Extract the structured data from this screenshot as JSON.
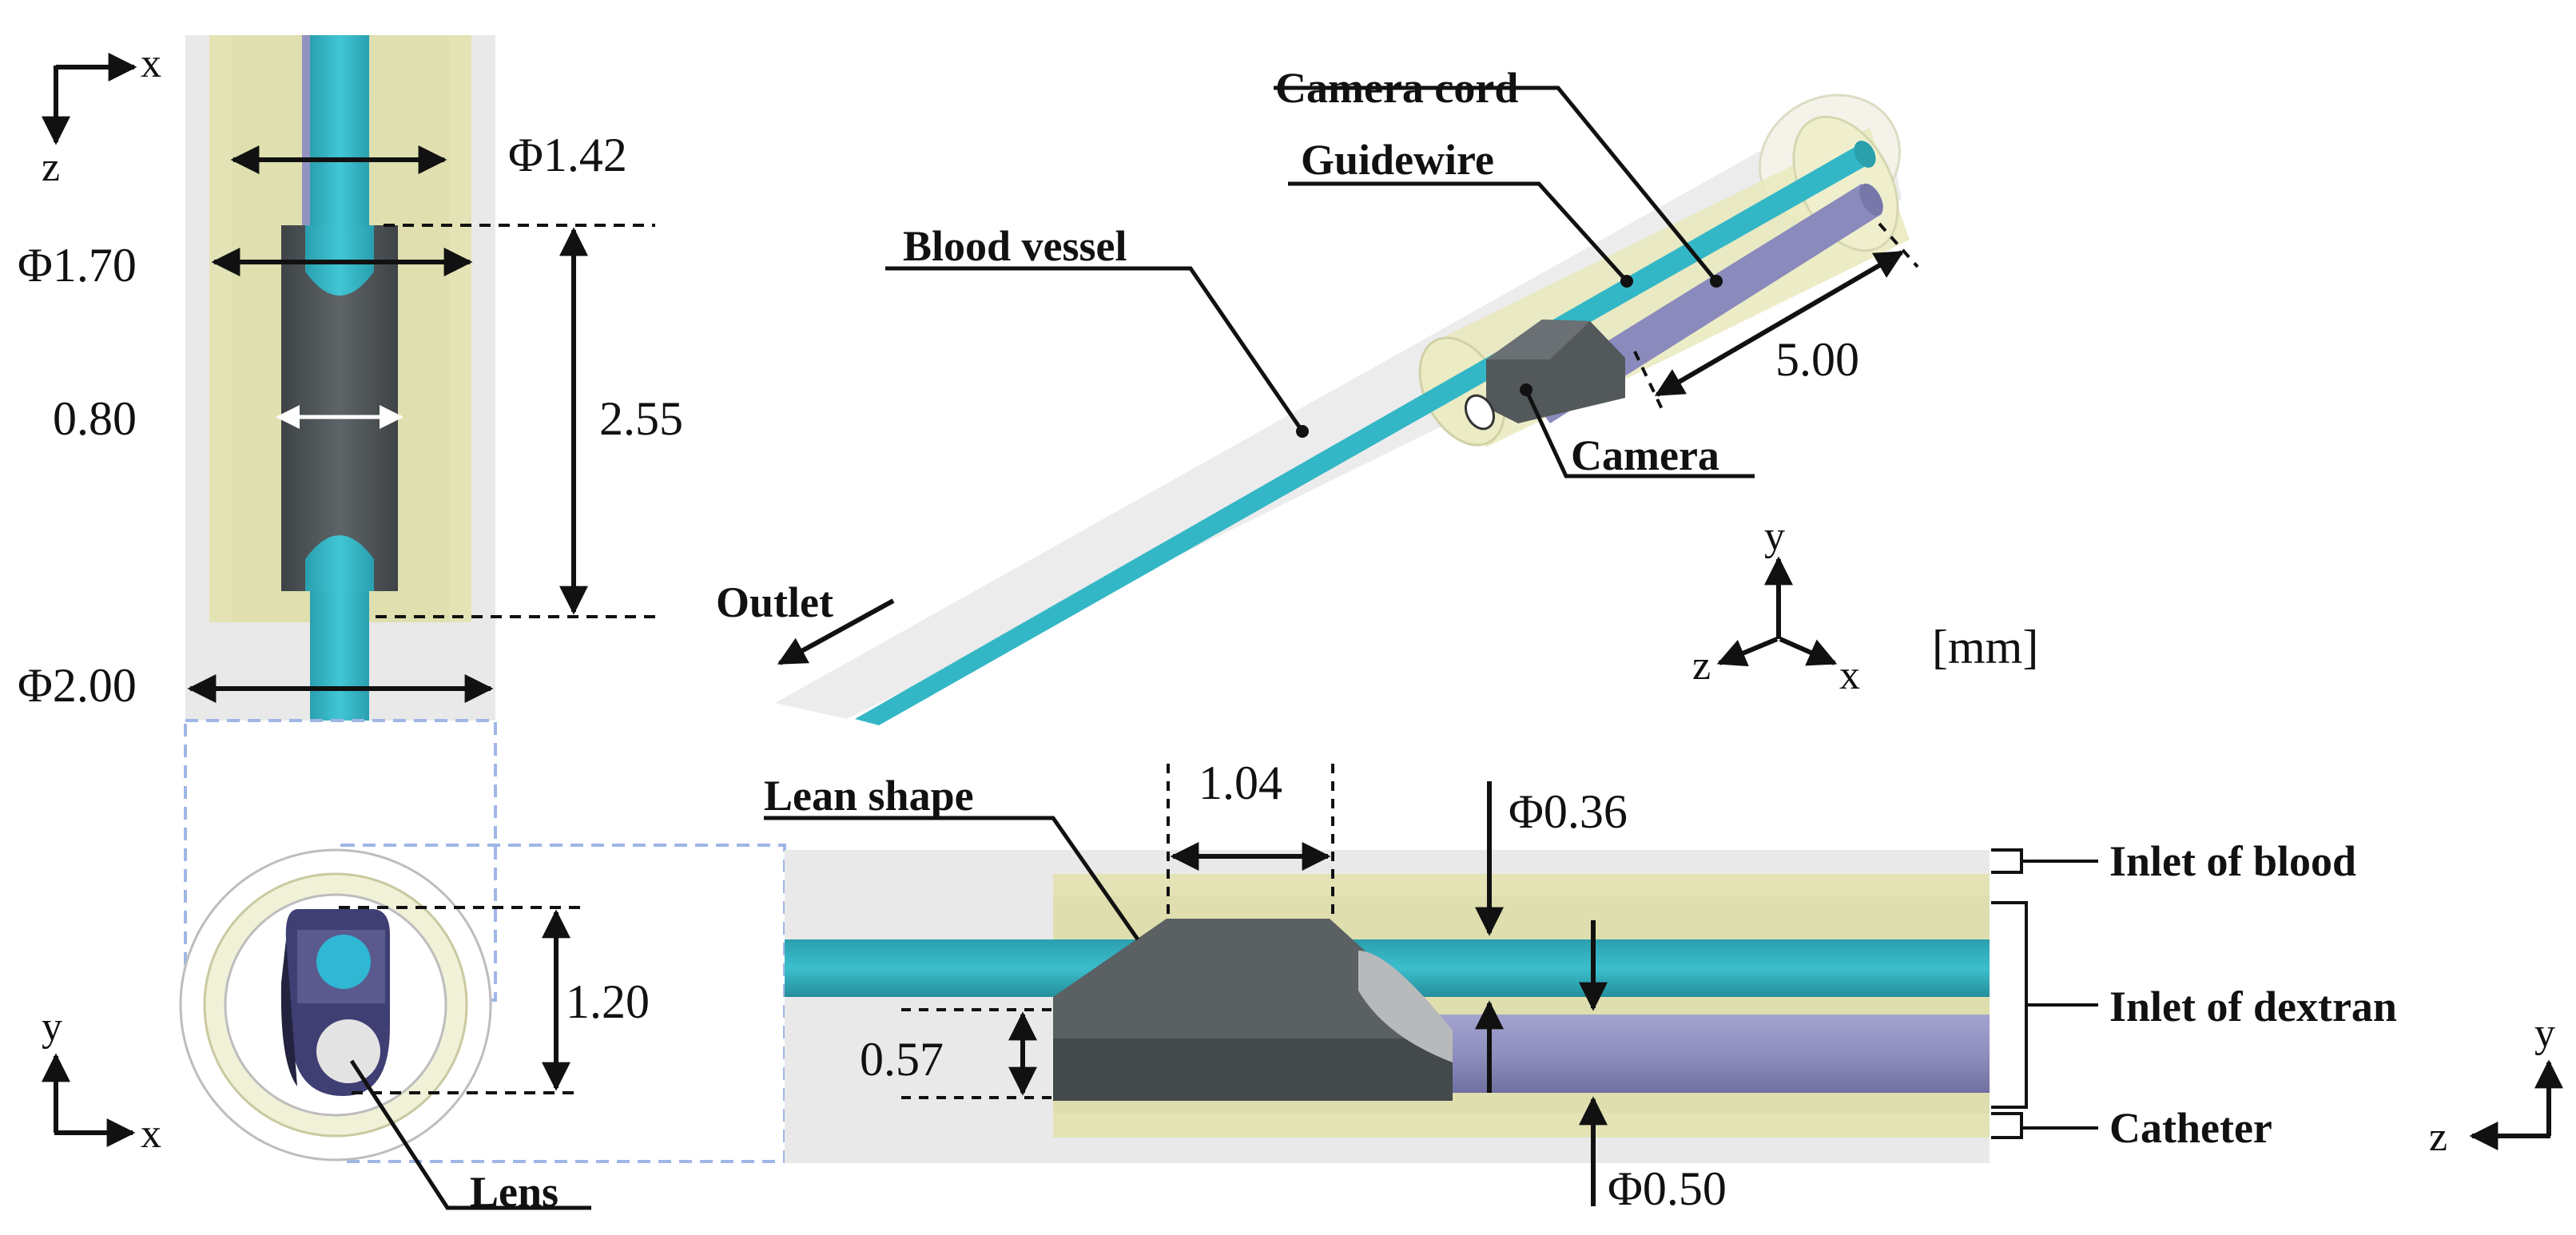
{
  "colors": {
    "vessel": "#e9e9e9",
    "catheter": "#e6e6b4",
    "cord": "#33b7c6",
    "cord_dark": "#2aa0ad",
    "guidewire": "#9393c2",
    "camera": "#54595c",
    "camera_dark": "#3e4346",
    "dashed_box": "#9fb6e6"
  },
  "axes": {
    "top_left": {
      "x": "x",
      "z": "z"
    },
    "bottom_left": {
      "y": "y",
      "x": "x"
    },
    "iso": {
      "y": "y",
      "z": "z",
      "x": "x"
    },
    "bottom_right": {
      "y": "y",
      "z": "z"
    }
  },
  "unit": "[mm]",
  "dimensions": {
    "phi_142": "Φ1.42",
    "phi_170": "Φ1.70",
    "d_080": "0.80",
    "d_255": "2.55",
    "phi_200": "Φ2.00",
    "d_500": "5.00",
    "d_104": "1.04",
    "phi_036": "Φ0.36",
    "d_057": "0.57",
    "d_120": "1.20",
    "phi_050": "Φ0.50"
  },
  "labels": {
    "camera_cord": "Camera cord",
    "guidewire": "Guidewire",
    "blood_vessel": "Blood vessel",
    "camera": "Camera",
    "outlet": "Outlet",
    "lean_shape": "Lean shape",
    "inlet_blood": "Inlet of blood",
    "inlet_dextran": "Inlet of dextran",
    "catheter": "Catheter",
    "lens": "Lens"
  }
}
